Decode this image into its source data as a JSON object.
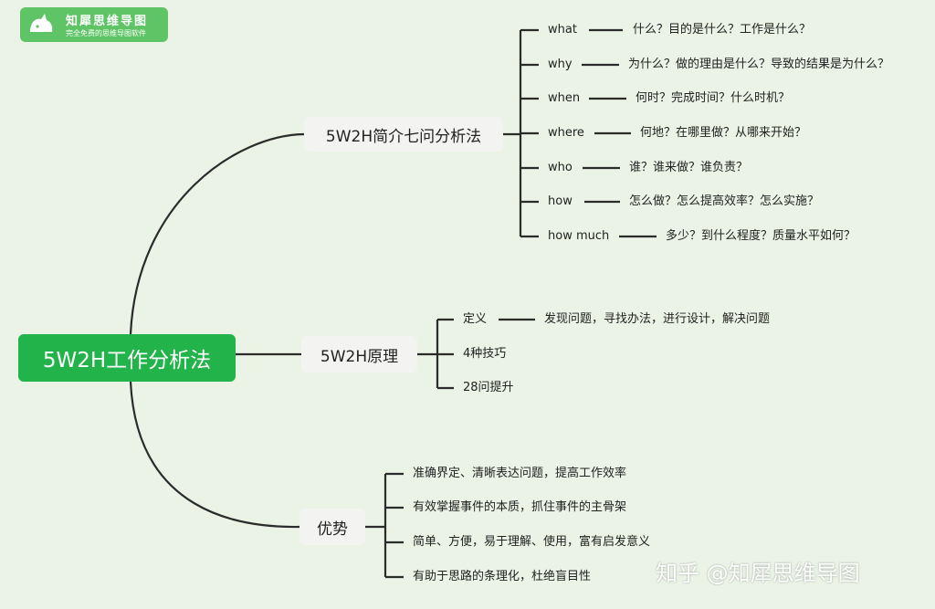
{
  "logo": {
    "title": "知犀思维导图",
    "subtitle": "完全免费的思维导图软件"
  },
  "root": "5W2H工作分析法",
  "branch1": {
    "title": "5W2H简介七问分析法",
    "items": [
      {
        "key": "what",
        "desc": "什么？目的是什么？工作是什么？"
      },
      {
        "key": "why",
        "desc": "为什么？做的理由是什么？导致的结果是为什么？"
      },
      {
        "key": "when",
        "desc": "何时？完成时间？什么时机？"
      },
      {
        "key": "where",
        "desc": "何地？在哪里做？从哪来开始？"
      },
      {
        "key": "who",
        "desc": "谁？谁来做？谁负责？"
      },
      {
        "key": "how",
        "desc": "怎么做？怎么提高效率？怎么实施？"
      },
      {
        "key": "how much",
        "desc": "多少？到什么程度？质量水平如何？"
      }
    ]
  },
  "branch2": {
    "title": "5W2H原理",
    "items": [
      {
        "key": "定义",
        "desc": "发现问题，寻找办法，进行设计，解决问题"
      },
      {
        "key": "4种技巧",
        "desc": ""
      },
      {
        "key": "28问提升",
        "desc": ""
      }
    ]
  },
  "branch3": {
    "title": "优势",
    "items": [
      "准确界定、清晰表达问题，提高工作效率",
      "有效掌握事件的本质，抓住事件的主骨架",
      "简单、方便，易于理解、使用，富有启发意义",
      "有助于思路的条理化，杜绝盲目性"
    ]
  },
  "watermark": "知乎 @知犀思维导图",
  "colors": {
    "root": "#22b34a",
    "logo": "#5ec466",
    "background": "#eaf3e6",
    "line": "#2b2b2b"
  }
}
